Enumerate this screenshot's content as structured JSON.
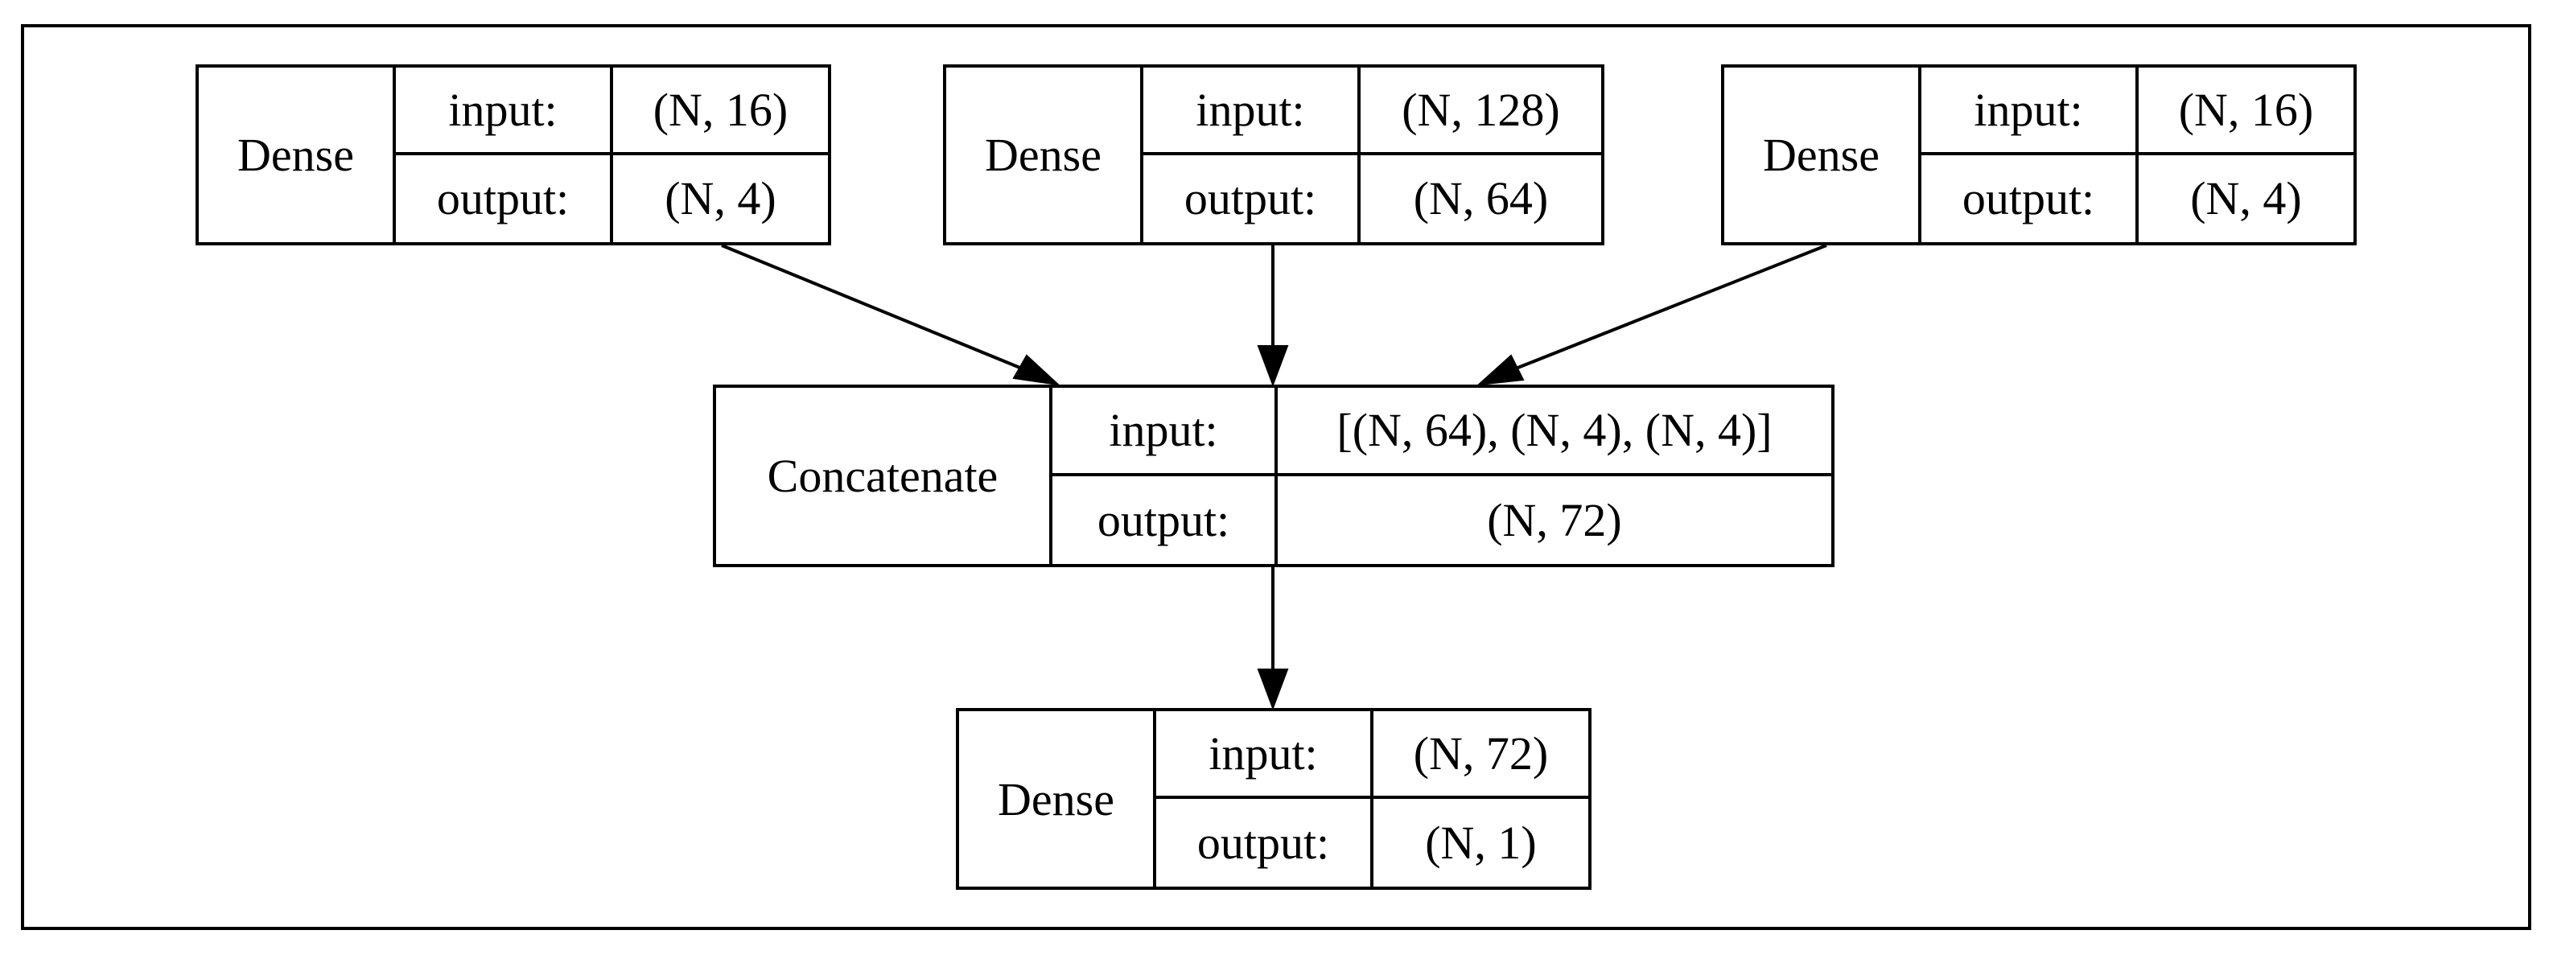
{
  "nodes": {
    "dense_1": {
      "name": "Dense",
      "input_label": "input:",
      "input_value": "(N, 16)",
      "output_label": "output:",
      "output_value": "(N, 4)"
    },
    "dense_2": {
      "name": "Dense",
      "input_label": "input:",
      "input_value": "(N, 128)",
      "output_label": "output:",
      "output_value": "(N, 64)"
    },
    "dense_3": {
      "name": "Dense",
      "input_label": "input:",
      "input_value": "(N, 16)",
      "output_label": "output:",
      "output_value": "(N, 4)"
    },
    "concat": {
      "name": "Concatenate",
      "input_label": "input:",
      "input_value": "[(N, 64), (N, 4), (N, 4)]",
      "output_label": "output:",
      "output_value": "(N, 72)"
    },
    "dense_4": {
      "name": "Dense",
      "input_label": "input:",
      "input_value": "(N, 72)",
      "output_label": "output:",
      "output_value": "(N, 1)"
    }
  },
  "edges": [
    {
      "from": "dense_1",
      "to": "concat"
    },
    {
      "from": "dense_2",
      "to": "concat"
    },
    {
      "from": "dense_3",
      "to": "concat"
    },
    {
      "from": "concat",
      "to": "dense_4"
    }
  ],
  "colors": {
    "stroke": "#000000",
    "background": "#ffffff"
  }
}
